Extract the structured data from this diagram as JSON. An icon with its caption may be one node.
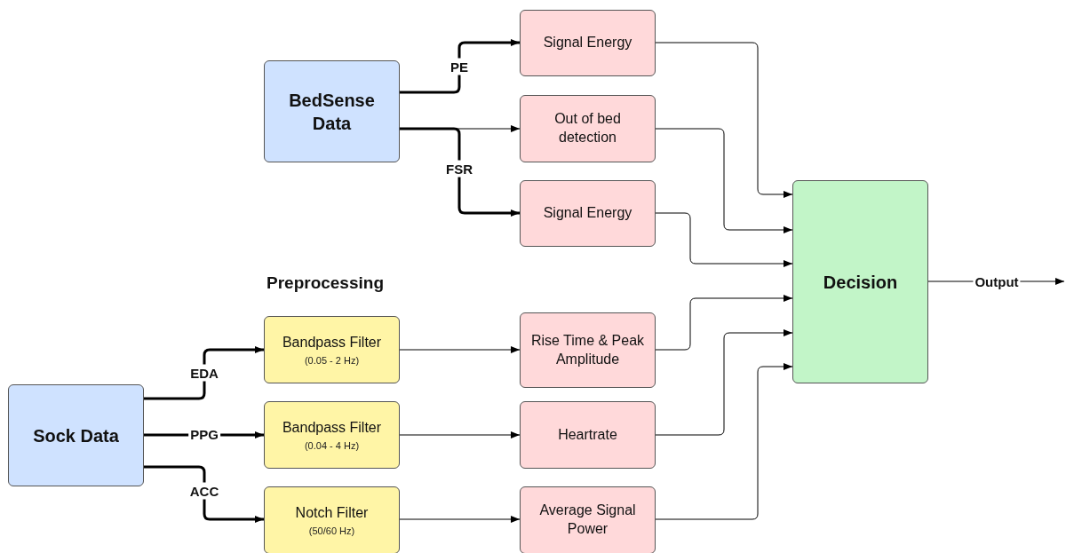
{
  "diagram": {
    "nodes": [
      {
        "text": [
          "BedSense Data"
        ]
      },
      {
        "text": [
          "Signal Energy"
        ]
      },
      {
        "text": [
          "Out of bed detection"
        ]
      },
      {
        "text": [
          "Signal Energy"
        ]
      },
      {
        "text": [
          "Decision"
        ]
      },
      {
        "text": [
          "Sock Data"
        ]
      },
      {
        "text": [
          "Bandpass Filter",
          "(0.05 - 2 Hz)"
        ]
      },
      {
        "text": [
          "Bandpass Filter",
          "(0.04 - 4 Hz)"
        ]
      },
      {
        "text": [
          "Notch Filter",
          "(50/60 Hz)"
        ]
      },
      {
        "text": [
          "Rise Time & Peak Amplitude"
        ]
      },
      {
        "text": [
          "Heartrate"
        ]
      },
      {
        "text": [
          "Average Signal Power"
        ]
      }
    ],
    "edges": [
      {
        "from": 0,
        "to": 1,
        "arrow": "to",
        "label": "PE",
        "style": "thick"
      },
      {
        "from": 0,
        "to": 2,
        "arrow": "to"
      },
      {
        "from": 0,
        "to": 3,
        "arrow": "to",
        "label": "FSR",
        "style": "thick"
      },
      {
        "from": 1,
        "to": 4,
        "arrow": "to"
      },
      {
        "from": 2,
        "to": 4,
        "arrow": "to"
      },
      {
        "from": 3,
        "to": 4,
        "arrow": "to"
      },
      {
        "from": 9,
        "to": 4,
        "arrow": "to"
      },
      {
        "from": 10,
        "to": 4,
        "arrow": "to"
      },
      {
        "from": 11,
        "to": 4,
        "arrow": "to"
      },
      {
        "from": 5,
        "to": 6,
        "arrow": "to",
        "label": "EDA",
        "style": "thick"
      },
      {
        "from": 5,
        "to": 7,
        "arrow": "to",
        "label": "PPG",
        "style": "thick"
      },
      {
        "from": 5,
        "to": 8,
        "arrow": "to",
        "label": "ACC",
        "style": "thick"
      },
      {
        "from": 6,
        "to": 9,
        "arrow": "to"
      },
      {
        "from": 7,
        "to": 10,
        "arrow": "to"
      },
      {
        "from": 8,
        "to": 11,
        "arrow": "to"
      },
      {
        "from": 4,
        "to": null,
        "arrow": "to",
        "label": "Output"
      }
    ],
    "labels": [
      "Preprocessing"
    ]
  }
}
